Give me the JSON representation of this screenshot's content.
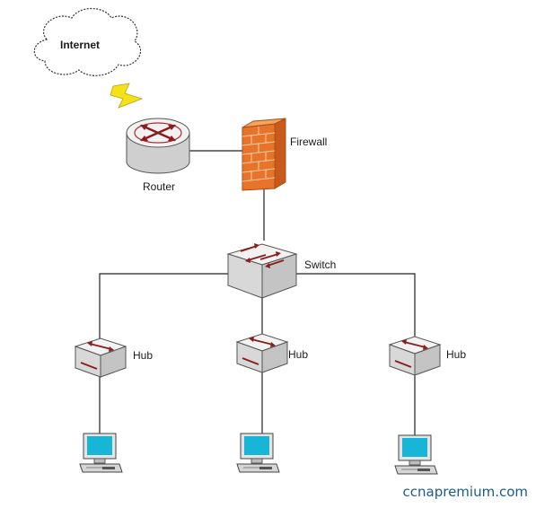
{
  "nodes": {
    "internet": {
      "label": "Internet"
    },
    "router": {
      "label": "Router"
    },
    "firewall": {
      "label": "Firewall"
    },
    "switch": {
      "label": "Switch"
    },
    "hubs": [
      {
        "label": "Hub"
      },
      {
        "label": "Hub"
      },
      {
        "label": "Hub"
      }
    ]
  },
  "watermark": {
    "text": "ccnapremium.com"
  },
  "colors": {
    "device_top": "#f2f2f2",
    "device_side": "#cfcfcf",
    "arrow": "#8b1d1d",
    "router_rings": "#b03030",
    "firewall_main": "#e8732a",
    "firewall_light": "#f6a35f",
    "bolt": "#f5e11a",
    "monitor_screen": "#18b6d6",
    "watermark": "#1b5c8c"
  }
}
